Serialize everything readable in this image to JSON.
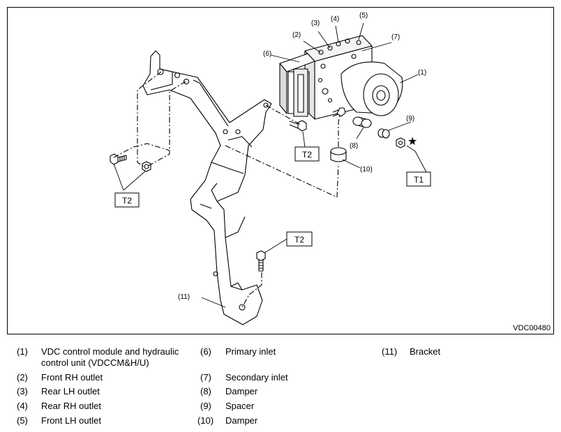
{
  "figure": {
    "code": "VDC00480",
    "callouts": [
      "(1)",
      "(2)",
      "(3)",
      "(4)",
      "(5)",
      "(6)",
      "(7)",
      "(8)",
      "(9)",
      "(10)",
      "(11)"
    ],
    "torque_labels": [
      "T1",
      "T2",
      "T2",
      "T2"
    ],
    "star_symbol": "★"
  },
  "legend": [
    {
      "num": "(1)",
      "text": [
        "VDC control module and hydraulic",
        "control unit (VDCCM&H/U)"
      ]
    },
    {
      "num": "(2)",
      "text": [
        "Front RH outlet"
      ]
    },
    {
      "num": "(3)",
      "text": [
        "Rear LH outlet"
      ]
    },
    {
      "num": "(4)",
      "text": [
        "Rear RH outlet"
      ]
    },
    {
      "num": "(5)",
      "text": [
        "Front LH outlet"
      ]
    },
    {
      "num": "(6)",
      "text": [
        "Primary inlet"
      ]
    },
    {
      "num": "(7)",
      "text": [
        "Secondary inlet"
      ]
    },
    {
      "num": "(8)",
      "text": [
        "Damper"
      ]
    },
    {
      "num": "(9)",
      "text": [
        "Spacer"
      ]
    },
    {
      "num": "(10)",
      "text": [
        "Damper"
      ]
    },
    {
      "num": "(11)",
      "text": [
        "Bracket"
      ]
    }
  ]
}
